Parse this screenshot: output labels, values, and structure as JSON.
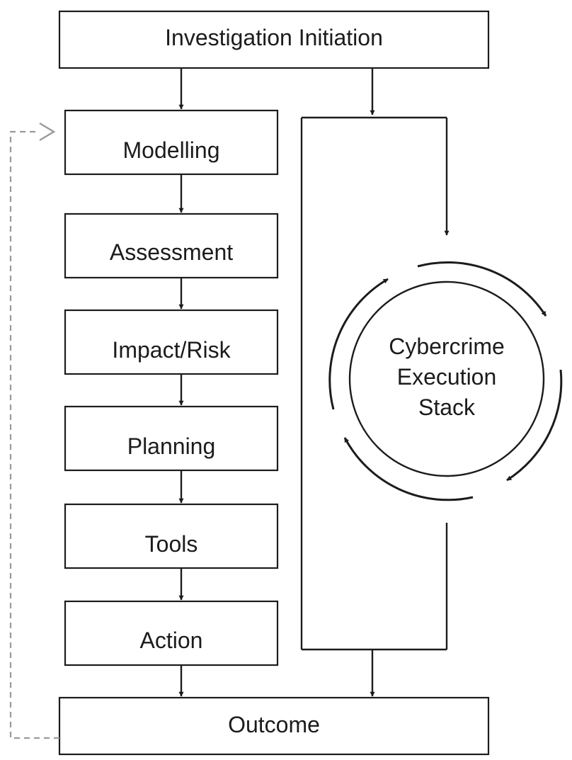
{
  "diagram": {
    "top": "Investigation Initiation",
    "steps": [
      "Modelling",
      "Assessment",
      "Impact/Risk",
      "Planning",
      "Tools",
      "Action"
    ],
    "bottom": "Outcome",
    "stack": [
      "Cybercrime",
      "Execution",
      "Stack"
    ]
  },
  "colors": {
    "ink": "#1c1c1c",
    "feedback": "#9a9a9a"
  }
}
